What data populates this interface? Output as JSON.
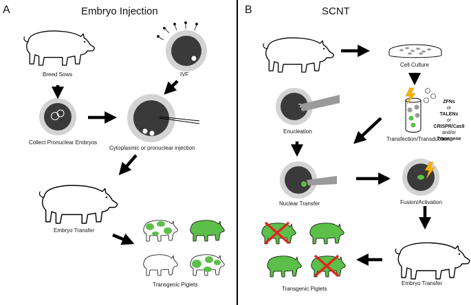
{
  "panel_a": {
    "letter": "A",
    "title": "Embryo Injection",
    "labels": {
      "breed_sows": "Breed Sows",
      "ivf": "IVF",
      "collect": "Collect Pronuclear Embryos",
      "injection": "Cytoplasmic or pronuclear injection",
      "embryo_transfer": "Embryo Transfer",
      "piglets": "Transgenic Piglets"
    }
  },
  "panel_b": {
    "letter": "B",
    "title": "SCNT",
    "labels": {
      "cell_culture": "Cell Culture",
      "enucleation": "Enucleation",
      "transfection": "Transfection/Transduction",
      "nuclear_transfer": "Nuclear Transfer",
      "fusion": "Fusion/Activation",
      "embryo_transfer": "Embryo Transfer",
      "piglets": "Transgenic Piglets"
    },
    "editing_tools": {
      "zfns": "ZFNs",
      "or1": "or",
      "talens": "TALENs",
      "or2": "or",
      "crispr": "CRISPR/Cas9",
      "andor": "and/or",
      "transgene": "Transgene"
    }
  },
  "colors": {
    "embryo_dark": "#3a3a3a",
    "zona_gray": "#cfcfcf",
    "transgenic_green": "#5cbf4a",
    "cross_red": "#e0261f",
    "lightning_yellow": "#f5b400"
  }
}
